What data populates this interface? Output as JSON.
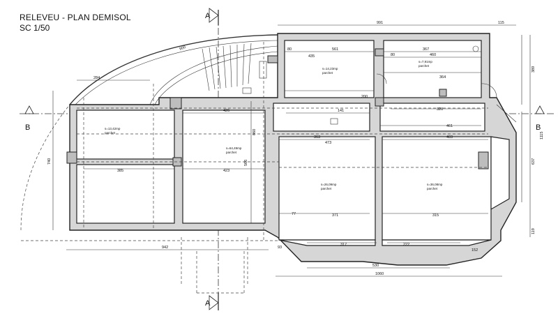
{
  "title": {
    "line1": "RELEVEU - PLAN DEMISOL",
    "line2": "SC 1/50"
  },
  "section_marks": {
    "a_top": "A",
    "a_bottom": "A",
    "b_left": "B",
    "b_right": "B"
  },
  "dims": {
    "d991": "991",
    "d115": "115",
    "d900": "900",
    "d284": "284",
    "d80": "80",
    "d435": "435",
    "d561": "561",
    "d367": "367",
    "d460": "460",
    "d80b": "80",
    "d364": "364",
    "d426": "426",
    "d141": "141",
    "d200": "200",
    "d320": "320",
    "d461": "461",
    "d363": "363",
    "d473": "473",
    "d469": "469",
    "d385": "385",
    "d423": "423",
    "d371": "371",
    "d315": "315",
    "d317": "317",
    "d222": "222",
    "d942": "942",
    "d530": "530",
    "d1060": "1060",
    "d152": "152",
    "d389": "389",
    "d1115": "1115",
    "d637": "637",
    "d119": "119",
    "d740": "740",
    "d566": "566",
    "d860": "860",
    "d77": "77",
    "d93": "93"
  },
  "rooms": {
    "r1": "s=13,42mp",
    "r1b": "parchet",
    "r2": "s=64,49mp",
    "r2b": "parchet",
    "r3": "s=14,23mp",
    "r3b": "parchet",
    "r4": "s=26,09mp",
    "r4b": "parchet",
    "r5": "s=36,08mp",
    "r5b": "parchet",
    "r6": "s=7,91mp",
    "r6b": "parchet"
  }
}
